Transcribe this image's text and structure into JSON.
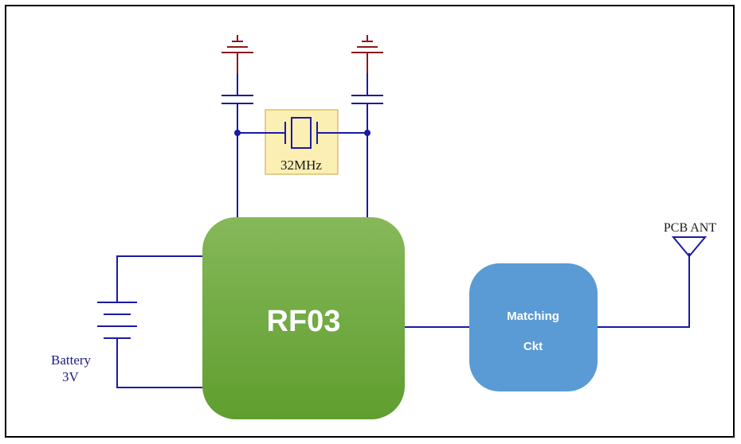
{
  "schematic": {
    "chip": {
      "label": "RF03"
    },
    "matching": {
      "line1": "Matching",
      "line2": "Ckt"
    },
    "crystal": {
      "label": "32MHz"
    },
    "battery": {
      "line1": "Battery",
      "line2": "3V"
    },
    "antenna": {
      "label": "PCB ANT"
    }
  },
  "colors": {
    "wire": "#1a1aa6",
    "ground": "#8b1a1a",
    "chip_fill_top": "#86b85a",
    "chip_fill_bottom": "#5f9e2e",
    "matching_fill": "#5b9bd5",
    "crystal_fill": "#fcefb4"
  }
}
